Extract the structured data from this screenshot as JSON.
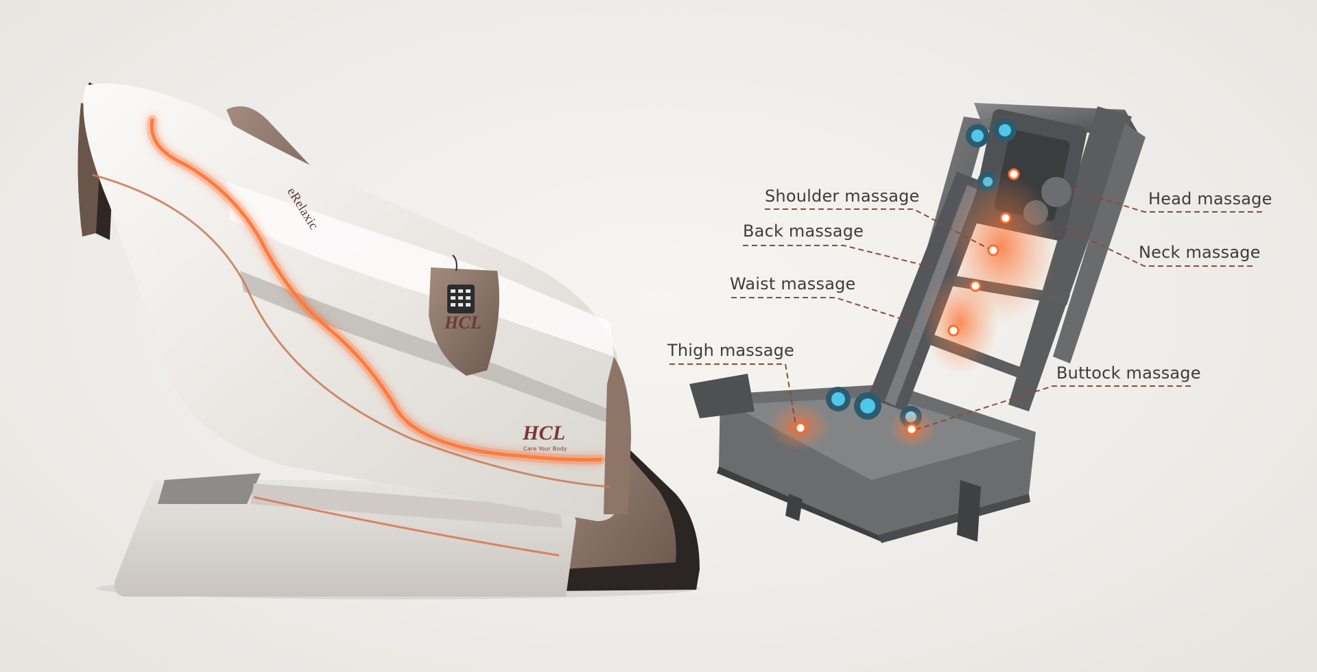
{
  "chair": {
    "headrest_brand": "eRelaxic",
    "pocket_logo": "HCL",
    "side_logo": "HCL",
    "logo_tagline": "Care Your Body"
  },
  "labels": {
    "shoulder": "Shoulder massage",
    "back": "Back massage",
    "waist": "Waist massage",
    "thigh": "Thigh massage",
    "head": "Head massage",
    "neck": "Neck massage",
    "buttock": "Buttock massage"
  },
  "colors": {
    "glow": "#ff5a1f",
    "frame": "#5d5e60",
    "leather": "#8c7466",
    "shell": "#f1efec"
  }
}
